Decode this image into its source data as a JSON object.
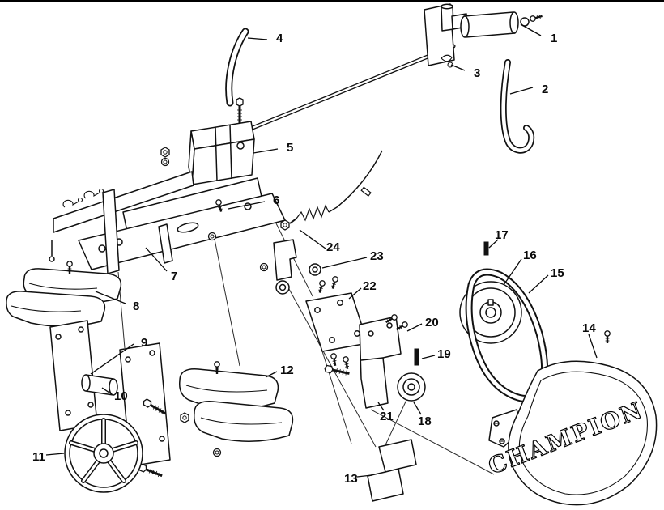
{
  "brand": {
    "belt_cover_text": "CHAMPION"
  },
  "part_labels": [
    "1",
    "2",
    "3",
    "4",
    "5",
    "6",
    "7",
    "8",
    "9",
    "10",
    "11",
    "12",
    "13",
    "14",
    "15",
    "16",
    "17",
    "18",
    "19",
    "20",
    "21",
    "22",
    "23",
    "24"
  ]
}
